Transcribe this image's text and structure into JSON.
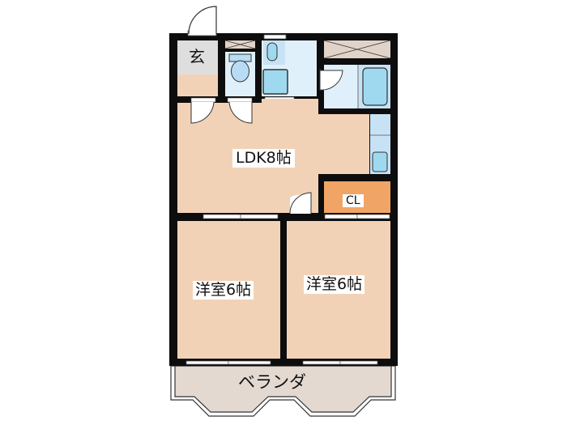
{
  "floorplan": {
    "colors": {
      "wall": "#0d0d0d",
      "room_floor": "#f2d2b6",
      "genkan_floor": "#dedede",
      "wet_area": "#e0f0fb",
      "fixture_blue": "#9fd9ef",
      "storage_beige": "#e2d3c8",
      "closet_orange": "#f0a566",
      "balcony": "#e3d9d1"
    },
    "rooms": {
      "entrance": {
        "label": "玄"
      },
      "ldk": {
        "label": "LDK8帖"
      },
      "closet": {
        "label": "CL"
      },
      "western_room_left": {
        "label": "洋室6帖"
      },
      "western_room_right": {
        "label": "洋室6帖"
      },
      "balcony": {
        "label": "ベランダ"
      }
    },
    "fixtures": [
      "toilet",
      "washbasin",
      "washing-machine-pan",
      "bathtub",
      "kitchen-sink",
      "storage-shelves"
    ]
  }
}
